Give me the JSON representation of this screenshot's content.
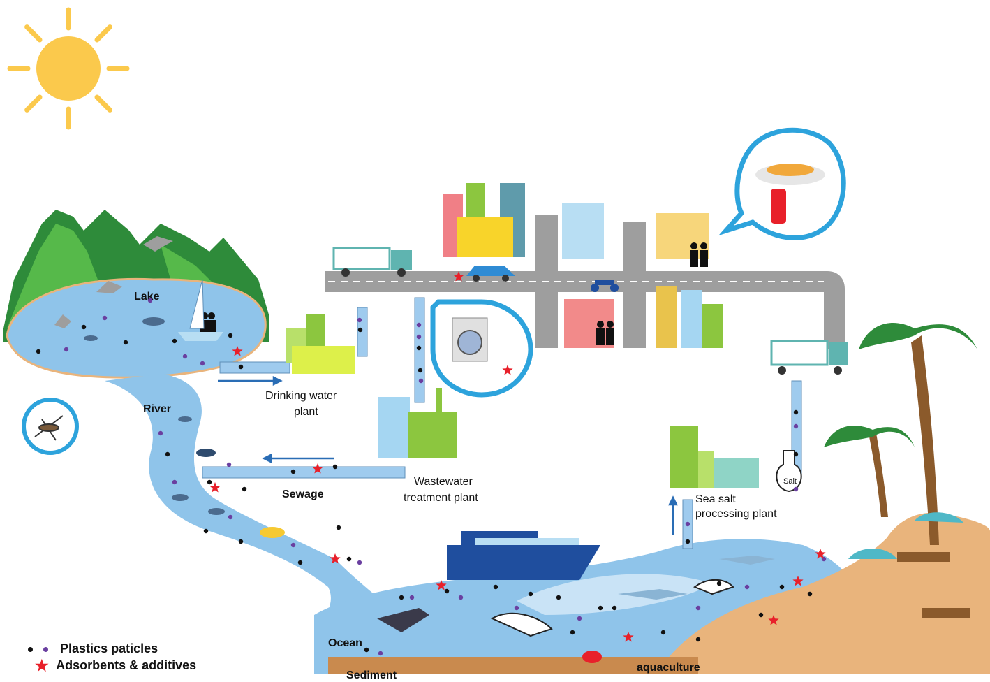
{
  "labels": {
    "lake": "Lake",
    "river": "River",
    "drinking_water_plant_1": "Drinking water",
    "drinking_water_plant_2": "plant",
    "sewage": "Sewage",
    "wastewater_1": "Wastewater",
    "wastewater_2": "treatment plant",
    "sea_salt_1": "Sea salt",
    "sea_salt_2": "processing plant",
    "salt": "Salt",
    "ocean": "Ocean",
    "sediment": "Sediment",
    "aquaculture": "aquaculture"
  },
  "legend": {
    "particles": "Plastics paticles",
    "additives": "Adsorbents & additives"
  },
  "colors": {
    "water": "#8fc4ea",
    "water_light": "#c9e3f6",
    "pipe": "#9fcbee",
    "road": "#9e9e9e",
    "sand": "#e9b47c",
    "mountain_dark": "#2e8b3a",
    "mountain_light": "#56b94a",
    "sun": "#fbc94c",
    "callout": "#2da3dc",
    "particle_black": "#111111",
    "particle_purple": "#6a3fa0",
    "additive_red": "#e8202a",
    "factory_green": "#8cc63f",
    "ship": "#1f4e9e"
  },
  "icons": [
    "sun-icon",
    "mountain-icon",
    "bird-icon",
    "sailboat-icon",
    "fish-icon",
    "mosquito-icon",
    "truck-icon",
    "car-icon",
    "motorcycle-icon",
    "building-icon",
    "washing-machine-icon",
    "factory-icon",
    "palm-tree-icon",
    "umbrella-icon",
    "cruise-ship-icon",
    "shark-icon",
    "dolphin-icon",
    "crab-icon",
    "salt-bottle-icon",
    "plate-icon",
    "arrow-icon"
  ]
}
